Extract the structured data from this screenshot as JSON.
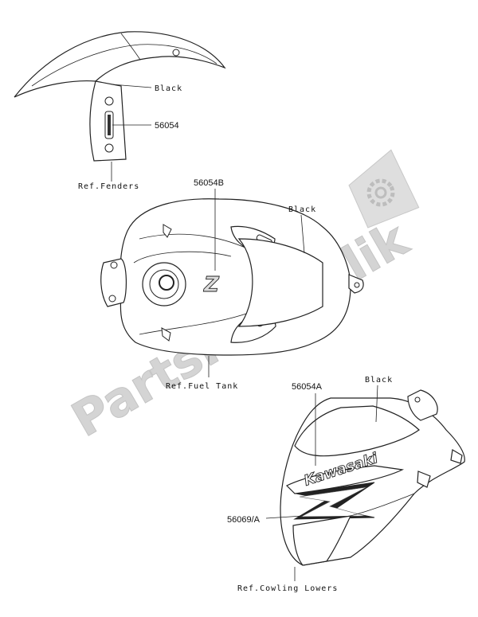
{
  "watermark": {
    "text": "PartsRepublik",
    "icon": "gear-icon"
  },
  "labels": {
    "fender_black": "Black",
    "fender_part": "56054",
    "fender_ref": "Ref.Fenders",
    "tank_part": "56054B",
    "tank_black": "Black",
    "tank_ref": "Ref.Fuel Tank",
    "cowl_part_a": "56054A",
    "cowl_black": "Black",
    "cowl_part_b": "56069/A",
    "cowl_ref": "Ref.Cowling Lowers"
  },
  "decals": {
    "tank_logo": "Z",
    "cowl_brand": "Kawasaki"
  }
}
